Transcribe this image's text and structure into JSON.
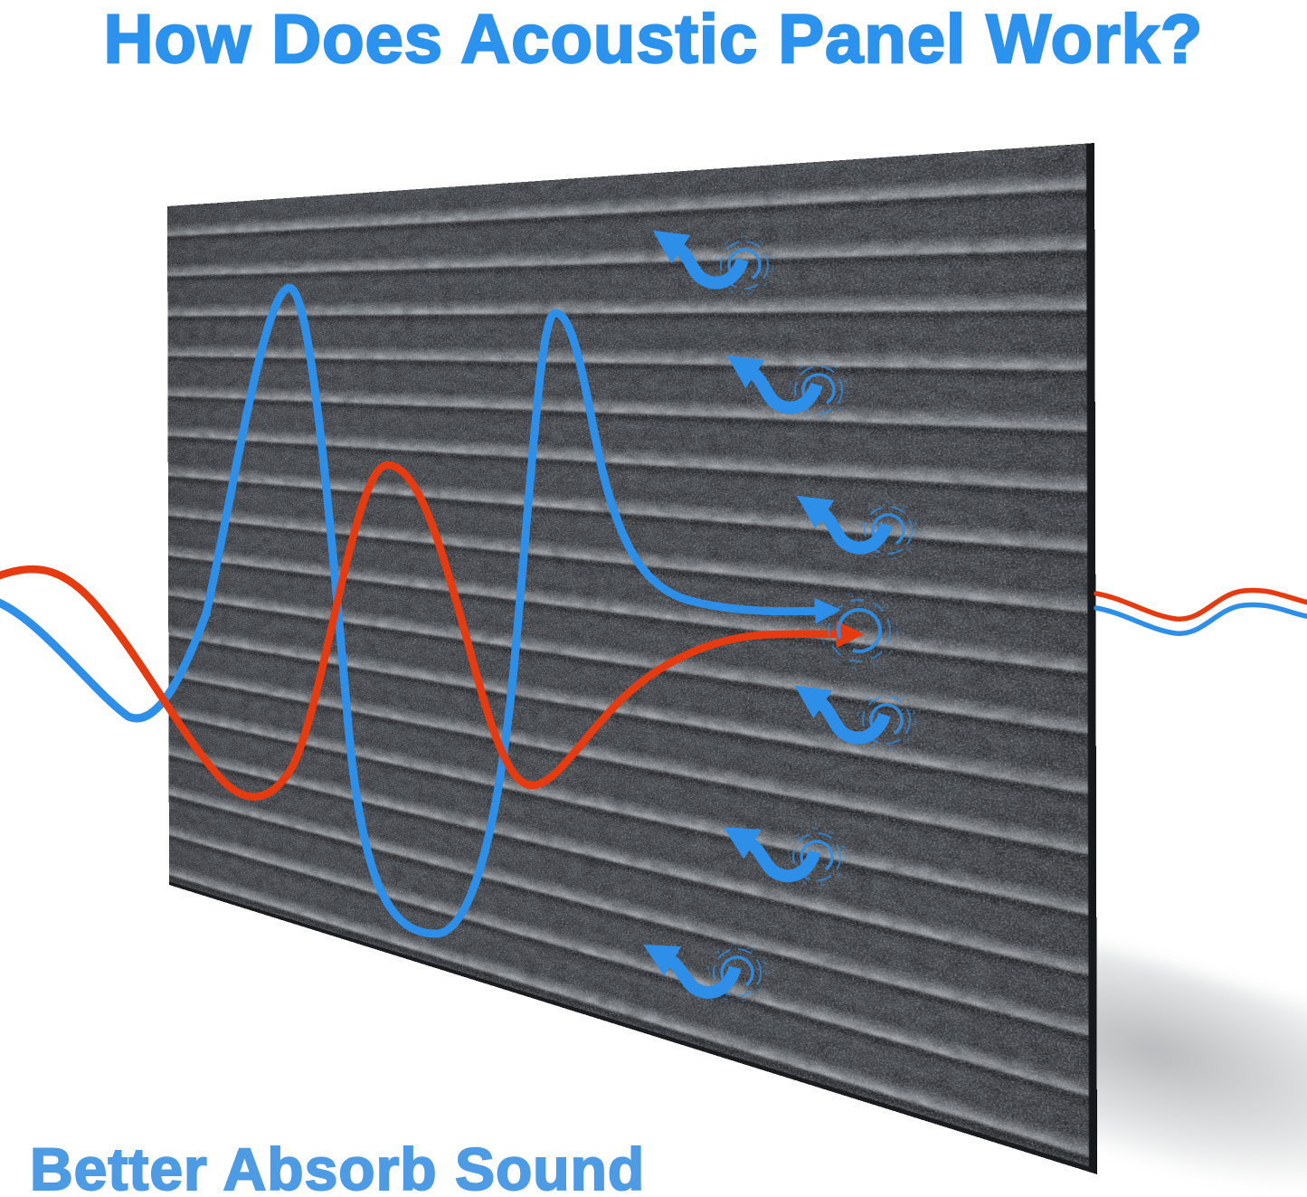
{
  "header": {
    "title": "How Does Acoustic Panel Work?"
  },
  "footer": {
    "caption": "Better Absorb Sound"
  },
  "colors": {
    "title_blue": "#2b92ee",
    "caption_blue": "#4d9be4",
    "wave_blue": "#2e8fe8",
    "wave_red": "#e63a10",
    "panel_face": "#44474c",
    "panel_groove_highlight": "#989ca0",
    "panel_groove_shadow": "#26282c",
    "panel_side_edge": "#17181b"
  },
  "diagram": {
    "panel": "ridged-acoustic-foam-panel",
    "absorb_arrow_count": 6,
    "icons": [
      "incoming-sound-wave-red",
      "incoming-sound-wave-blue",
      "absorb-bounce-arrow-icon",
      "vibration-rings-icon",
      "center-vibration-rings-icon",
      "transmitted-wave-red",
      "transmitted-wave-blue"
    ]
  }
}
